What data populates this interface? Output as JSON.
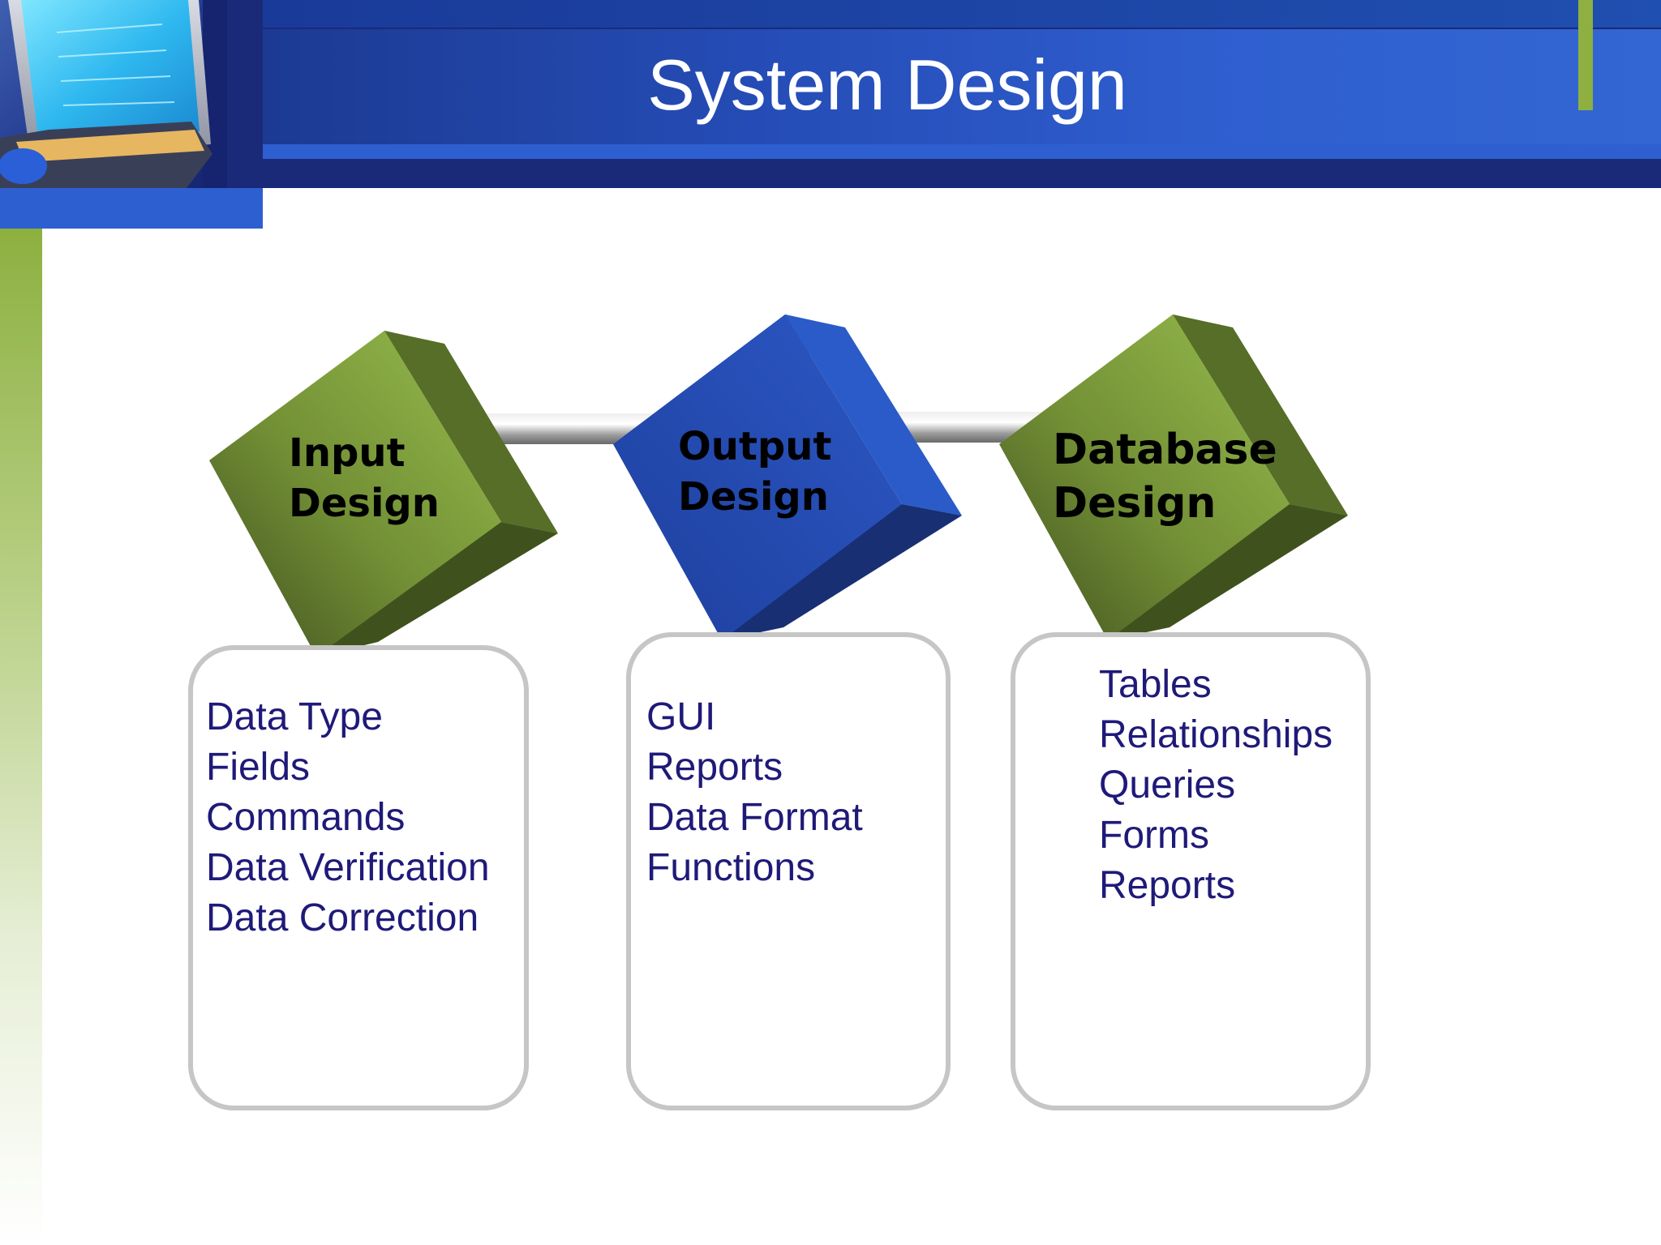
{
  "slide": {
    "title": "System Design"
  },
  "colors": {
    "header_dark": "#1b2a78",
    "header_blue": "#2d5fd0",
    "accent_green": "#8db040",
    "cube_green": "#7f9f3a",
    "cube_blue": "#2750b8",
    "list_text": "#1f1a78",
    "box_border": "#c6c6c6"
  },
  "diagram": {
    "nodes": [
      {
        "label_line1": "Input",
        "label_line2": "Design",
        "color": "green",
        "items": [
          "Data Type",
          "Fields",
          "Commands",
          "Data Verification",
          "Data Correction"
        ]
      },
      {
        "label_line1": "Output",
        "label_line2": "Design",
        "color": "blue",
        "items": [
          "GUI",
          "Reports",
          "Data Format",
          "Functions"
        ]
      },
      {
        "label_line1": "Database",
        "label_line2": "Design",
        "color": "green",
        "items": [
          "Tables",
          "Relationships",
          "Queries",
          "Forms",
          "Reports"
        ]
      }
    ]
  }
}
